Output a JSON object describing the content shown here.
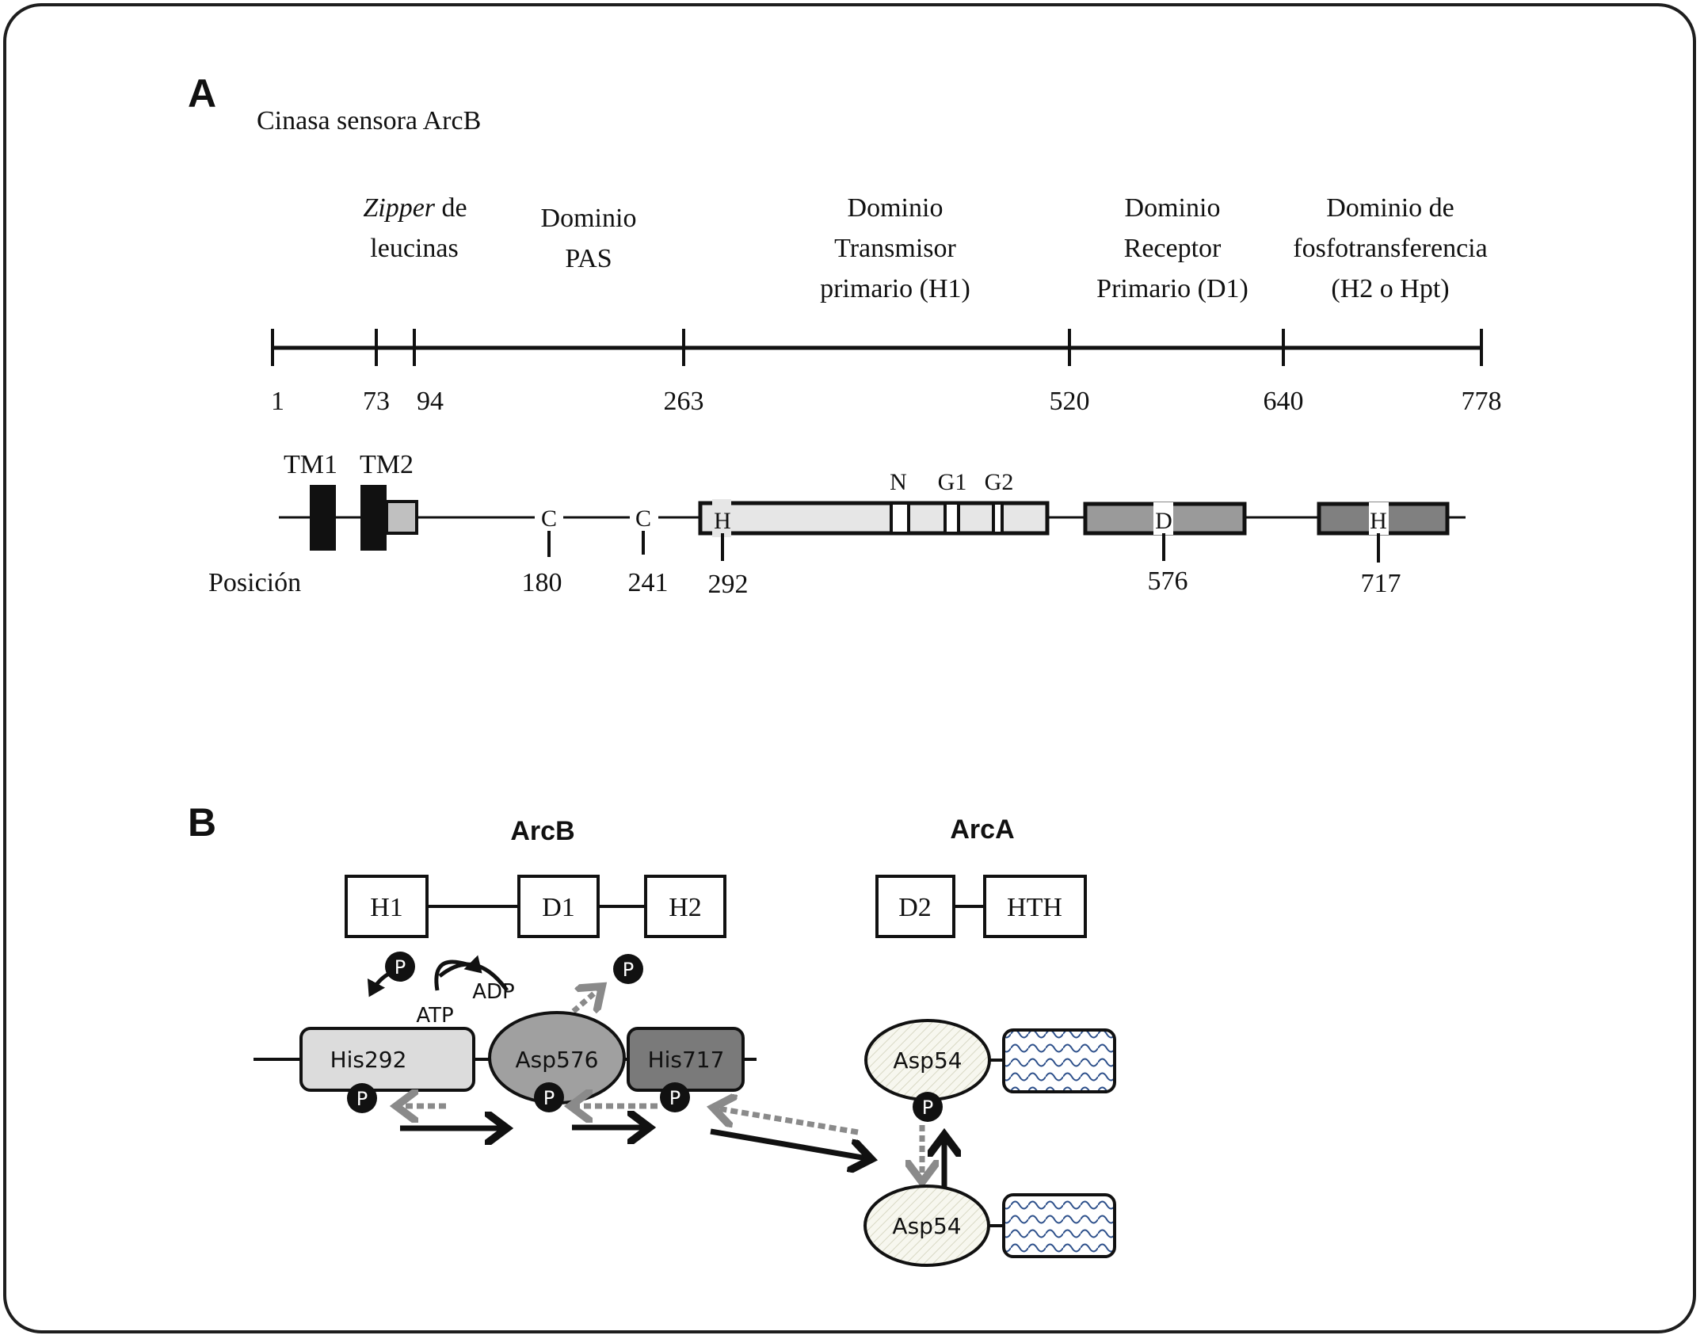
{
  "panel_a": {
    "letter": "A",
    "title": "Cinasa sensora ArcB",
    "domain_labels": {
      "zipper_italic": "Zipper",
      "zipper_rest": " de",
      "zipper_line2": "leucinas",
      "pas_line1": "Dominio",
      "pas_line2": "PAS",
      "h1_line1": "Dominio",
      "h1_line2": "Transmisor",
      "h1_line3": "primario (H1)",
      "d1_line1": "Dominio",
      "d1_line2": "Receptor",
      "d1_line3": "Primario (D1)",
      "hpt_line1": "Dominio de",
      "hpt_line2": "fosfotransferencia",
      "hpt_line3": "(H2 o Hpt)"
    },
    "scale_ticks": [
      "1",
      "73",
      "94",
      "263",
      "520",
      "640",
      "778"
    ],
    "tm_labels": [
      "TM1",
      "TM2"
    ],
    "motif_labels": {
      "n": "N",
      "g1": "G1",
      "g2": "G2"
    },
    "residue_letters": {
      "c1": "C",
      "c2": "C",
      "h1": "H",
      "d1": "D",
      "h2": "H"
    },
    "position_label": "Posición",
    "positions": [
      "180",
      "241",
      "292",
      "576",
      "717"
    ]
  },
  "panel_b": {
    "letter": "B",
    "arcb_title": "ArcB",
    "arca_title": "ArcA",
    "arcb_domains": [
      "H1",
      "D1",
      "H2"
    ],
    "arca_domains": [
      "D2",
      "HTH"
    ],
    "phospho": "P",
    "atp": "ATP",
    "adp": "ADP",
    "residues": {
      "his292": "His292",
      "asp576": "Asp576",
      "his717": "His717",
      "asp54_top": "Asp54",
      "asp54_bottom": "Asp54"
    }
  },
  "colors": {
    "tm2_stub": "#c0c0c0",
    "transmitter": "#e6e6e6",
    "receiver": "#9a9a9a",
    "hpt": "#808080",
    "his292_fill": "#dcdcdc",
    "asp576_fill": "#a0a0a0",
    "his717_fill": "#7a7a7a",
    "dashed_arrow": "#8a8a8a",
    "hth_pattern": "#2c4f8a"
  }
}
